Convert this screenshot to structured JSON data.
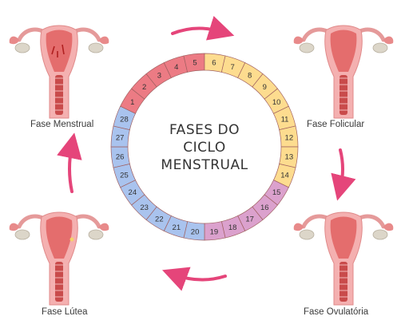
{
  "title_lines": [
    "FASES DO",
    "CICLO",
    "MENSTRUAL"
  ],
  "phases": {
    "menstrual": {
      "label": "Fase Menstrual",
      "color": "#ec7b84",
      "days": [
        1,
        2,
        3,
        4,
        5
      ]
    },
    "folicular": {
      "label": "Fase Folicular",
      "color": "#fddc8f",
      "days": [
        6,
        7,
        8,
        9,
        10,
        11,
        12,
        13,
        14
      ]
    },
    "ovulatoria": {
      "label": "Fase Ovulatória",
      "color": "#dba1cd",
      "days": [
        15,
        16,
        17,
        18,
        19
      ]
    },
    "lutea": {
      "label": "Fase Lútea",
      "color": "#a9c3ee",
      "days": [
        20,
        21,
        22,
        23,
        24,
        25,
        26,
        27,
        28
      ]
    }
  },
  "days": [
    "1",
    "2",
    "3",
    "4",
    "5",
    "6",
    "7",
    "8",
    "9",
    "10",
    "11",
    "12",
    "13",
    "14",
    "15",
    "16",
    "17",
    "18",
    "19",
    "20",
    "21",
    "22",
    "23",
    "24",
    "25",
    "26",
    "27",
    "28"
  ],
  "colors": {
    "arrow": "#e5457a",
    "uterus_outer": "#f2a3a3",
    "uterus_inner": "#e26a6a",
    "ovary": "#d9d4c8",
    "ring_stroke": "#a06060"
  }
}
